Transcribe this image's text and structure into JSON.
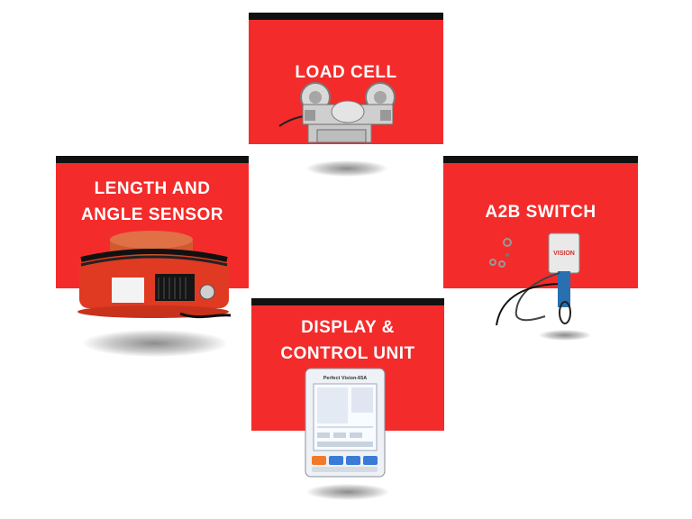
{
  "products": {
    "load_cell": {
      "title": "LOAD CELL"
    },
    "length_angle_sensor": {
      "title": "LENGTH AND\nANGLE SENSOR"
    },
    "a2b_switch": {
      "title": "A2B SWITCH",
      "device_brand": "VISION"
    },
    "display_unit": {
      "title": "DISPLAY &\nCONTROL UNIT",
      "screen_title": "Perfect Vision-65A"
    }
  },
  "colors": {
    "card": "#f42b2b",
    "card_top_bar": "#111111",
    "title_text": "#ffffff"
  }
}
